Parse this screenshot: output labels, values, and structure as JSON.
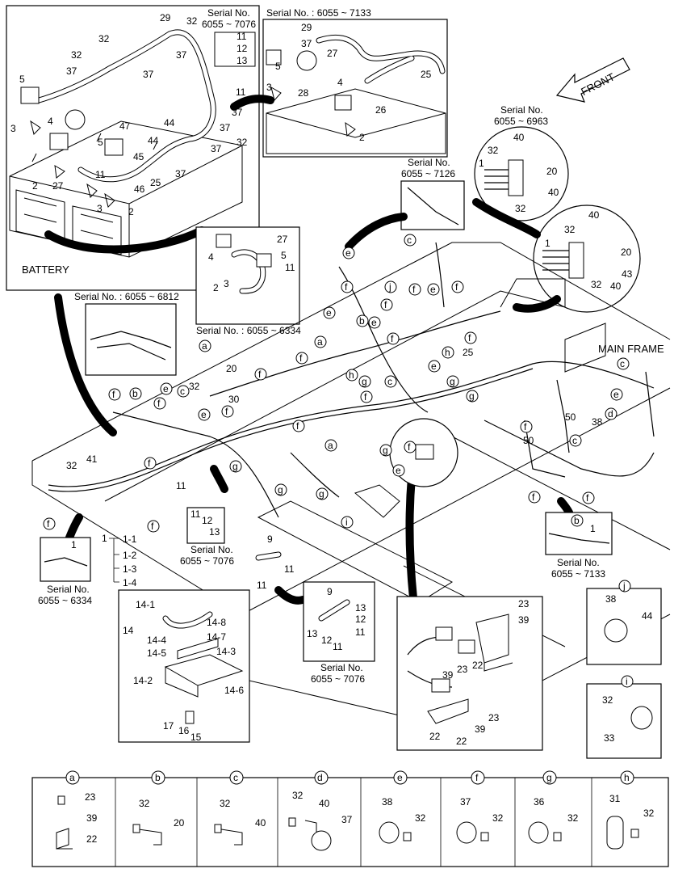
{
  "labels": {
    "battery": "BATTERY",
    "main_frame": "MAIN FRAME",
    "front": "FRONT"
  },
  "serial_notes": {
    "top_left": [
      "Serial No.",
      "6055 ~ 7076"
    ],
    "top_right": "Serial No. : 6055 ~ 7133",
    "right_1": [
      "Serial No.",
      "6055 ~ 6963"
    ],
    "mid_1": [
      "Serial No.",
      "6055 ~ 7126"
    ],
    "left_1": "Serial No. : 6055 ~ 6812",
    "center_1": "Serial No. : 6055 ~ 6334",
    "center_2": [
      "Serial No.",
      "6055 ~ 7076"
    ],
    "bottom_left": [
      "Serial No.",
      "6055 ~ 6334"
    ],
    "right_2": [
      "Serial No.",
      "6055 ~ 7133"
    ],
    "center_3": [
      "Serial No.",
      "6055 ~ 7076"
    ]
  },
  "part_numbers_tree": [
    "1",
    "1-1",
    "1-2",
    "1-3",
    "1-4"
  ],
  "group14": [
    "14",
    "14-1",
    "14-2",
    "14-3",
    "14-4",
    "14-5",
    "14-6",
    "14-7",
    "14-8",
    "15",
    "16",
    "17"
  ],
  "clamp_letters": [
    "a",
    "b",
    "c",
    "d",
    "e",
    "f",
    "g",
    "h",
    "i",
    "j"
  ],
  "legend": [
    {
      "key": "a",
      "parts": [
        "23",
        "39",
        "22"
      ]
    },
    {
      "key": "b",
      "parts": [
        "32",
        "20"
      ]
    },
    {
      "key": "c",
      "parts": [
        "32",
        "40"
      ]
    },
    {
      "key": "d",
      "parts": [
        "32",
        "40",
        "37"
      ]
    },
    {
      "key": "e",
      "parts": [
        "38",
        "32"
      ]
    },
    {
      "key": "f",
      "parts": [
        "37",
        "32"
      ]
    },
    {
      "key": "g",
      "parts": [
        "36",
        "32"
      ]
    },
    {
      "key": "h",
      "parts": [
        "31",
        "32"
      ]
    }
  ],
  "detail_j": {
    "key": "j",
    "parts": [
      "38",
      "44"
    ]
  },
  "detail_i": {
    "key": "i",
    "parts": [
      "32",
      "33"
    ]
  }
}
